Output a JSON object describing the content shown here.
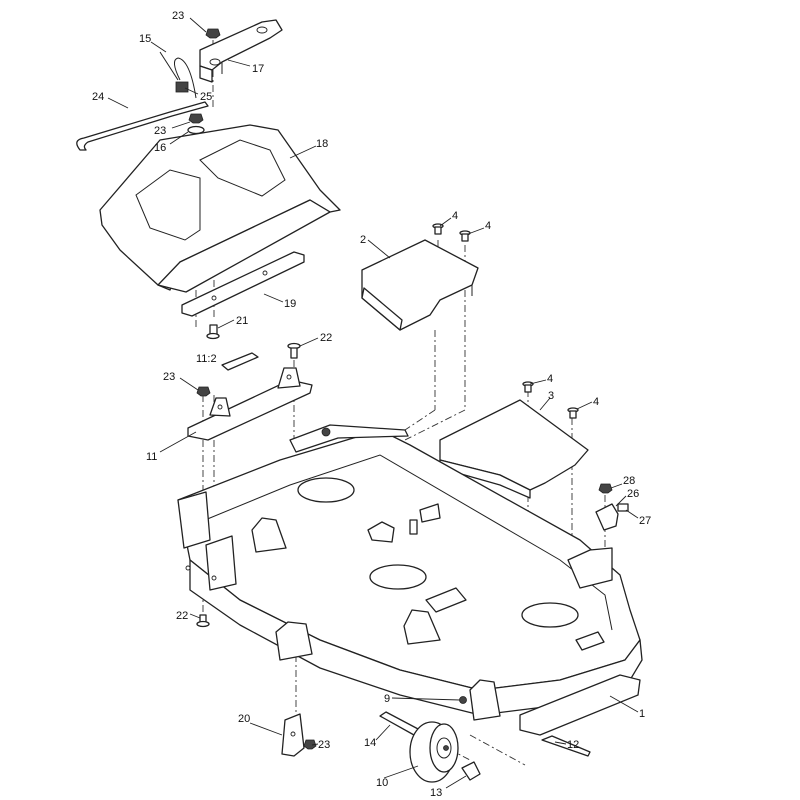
{
  "callouts": {
    "c1": "1",
    "c2": "2",
    "c3": "3",
    "c4a": "4",
    "c4b": "4",
    "c4c": "4",
    "c4d": "4",
    "c9": "9",
    "c10": "10",
    "c11": "11",
    "c11_2": "11:2",
    "c12": "12",
    "c13": "13",
    "c14": "14",
    "c15": "15",
    "c16": "16",
    "c17": "17",
    "c18": "18",
    "c19": "19",
    "c20": "20",
    "c21": "21",
    "c22a": "22",
    "c22b": "22",
    "c23a": "23",
    "c23b": "23",
    "c23c": "23",
    "c23d": "23",
    "c24": "24",
    "c25": "25",
    "c26": "26",
    "c27": "27",
    "c28": "28"
  }
}
